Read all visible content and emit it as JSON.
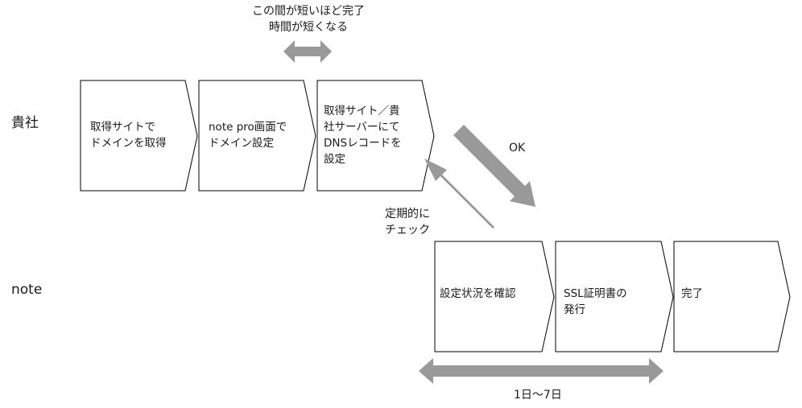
{
  "rows": {
    "company": "貴社",
    "note": "note"
  },
  "steps": {
    "company": [
      {
        "lines": [
          "取得サイトで",
          "ドメインを取得"
        ]
      },
      {
        "lines": [
          "note pro画面で",
          "ドメイン設定"
        ]
      },
      {
        "lines": [
          "取得サイト／貴",
          "社サーバーにて",
          "DNSレコードを",
          "設定"
        ]
      }
    ],
    "note": [
      {
        "lines": [
          "設定状況を確認"
        ]
      },
      {
        "lines": [
          "SSL証明書の",
          "発行"
        ]
      },
      {
        "lines": [
          "完了"
        ]
      }
    ]
  },
  "annotations": {
    "interval": [
      "この間が短いほど完了",
      "時間が短くなる"
    ],
    "ok": "OK",
    "periodic": [
      "定期的に",
      "チェック"
    ],
    "duration": "1日〜7日"
  },
  "colors": {
    "arrow": "#999999",
    "stroke": "#000000",
    "fill": "#ffffff"
  }
}
